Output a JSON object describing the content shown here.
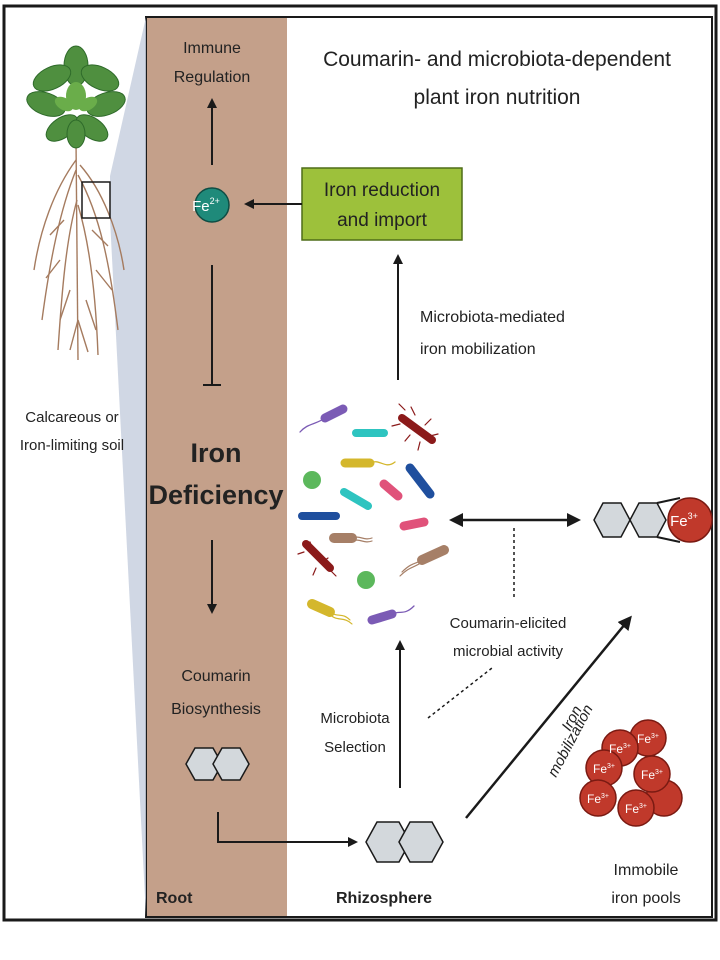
{
  "title_line1": "Coumarin- and microbiota-dependent",
  "title_line2": "plant iron nutrition",
  "immune_line1": "Immune",
  "immune_line2": "Regulation",
  "fe2_label": "Fe",
  "fe2_charge": "2+",
  "fe3_label": "Fe",
  "fe3_charge": "3+",
  "iron_reduction_line1": "Iron reduction",
  "iron_reduction_line2": "and import",
  "microbiota_mob_line1": "Microbiota-mediated",
  "microbiota_mob_line2": "iron mobilization",
  "soil_line1": "Calcareous or",
  "soil_line2": "Iron-limiting soil",
  "deficiency_line1": "Iron",
  "deficiency_line2": "Deficiency",
  "coumarin_line1": "Coumarin",
  "coumarin_line2": "Biosynthesis",
  "elicited_line1": "Coumarin-elicited",
  "elicited_line2": "microbial activity",
  "selection_line1": "Microbiota",
  "selection_line2": "Selection",
  "iron_mob_line1": "Iron",
  "iron_mob_line2": "mobilization",
  "root_label": "Root",
  "rhizosphere_label": "Rhizosphere",
  "immobile_line1": "Immobile",
  "immobile_line2": "iron pools",
  "colors": {
    "root_panel": "#c4a08a",
    "iron_box": "#9dc13b",
    "fe2_circle": "#1f8a7a",
    "fe3_circle": "#c0392b",
    "hexagon": "#d3d8dc"
  }
}
